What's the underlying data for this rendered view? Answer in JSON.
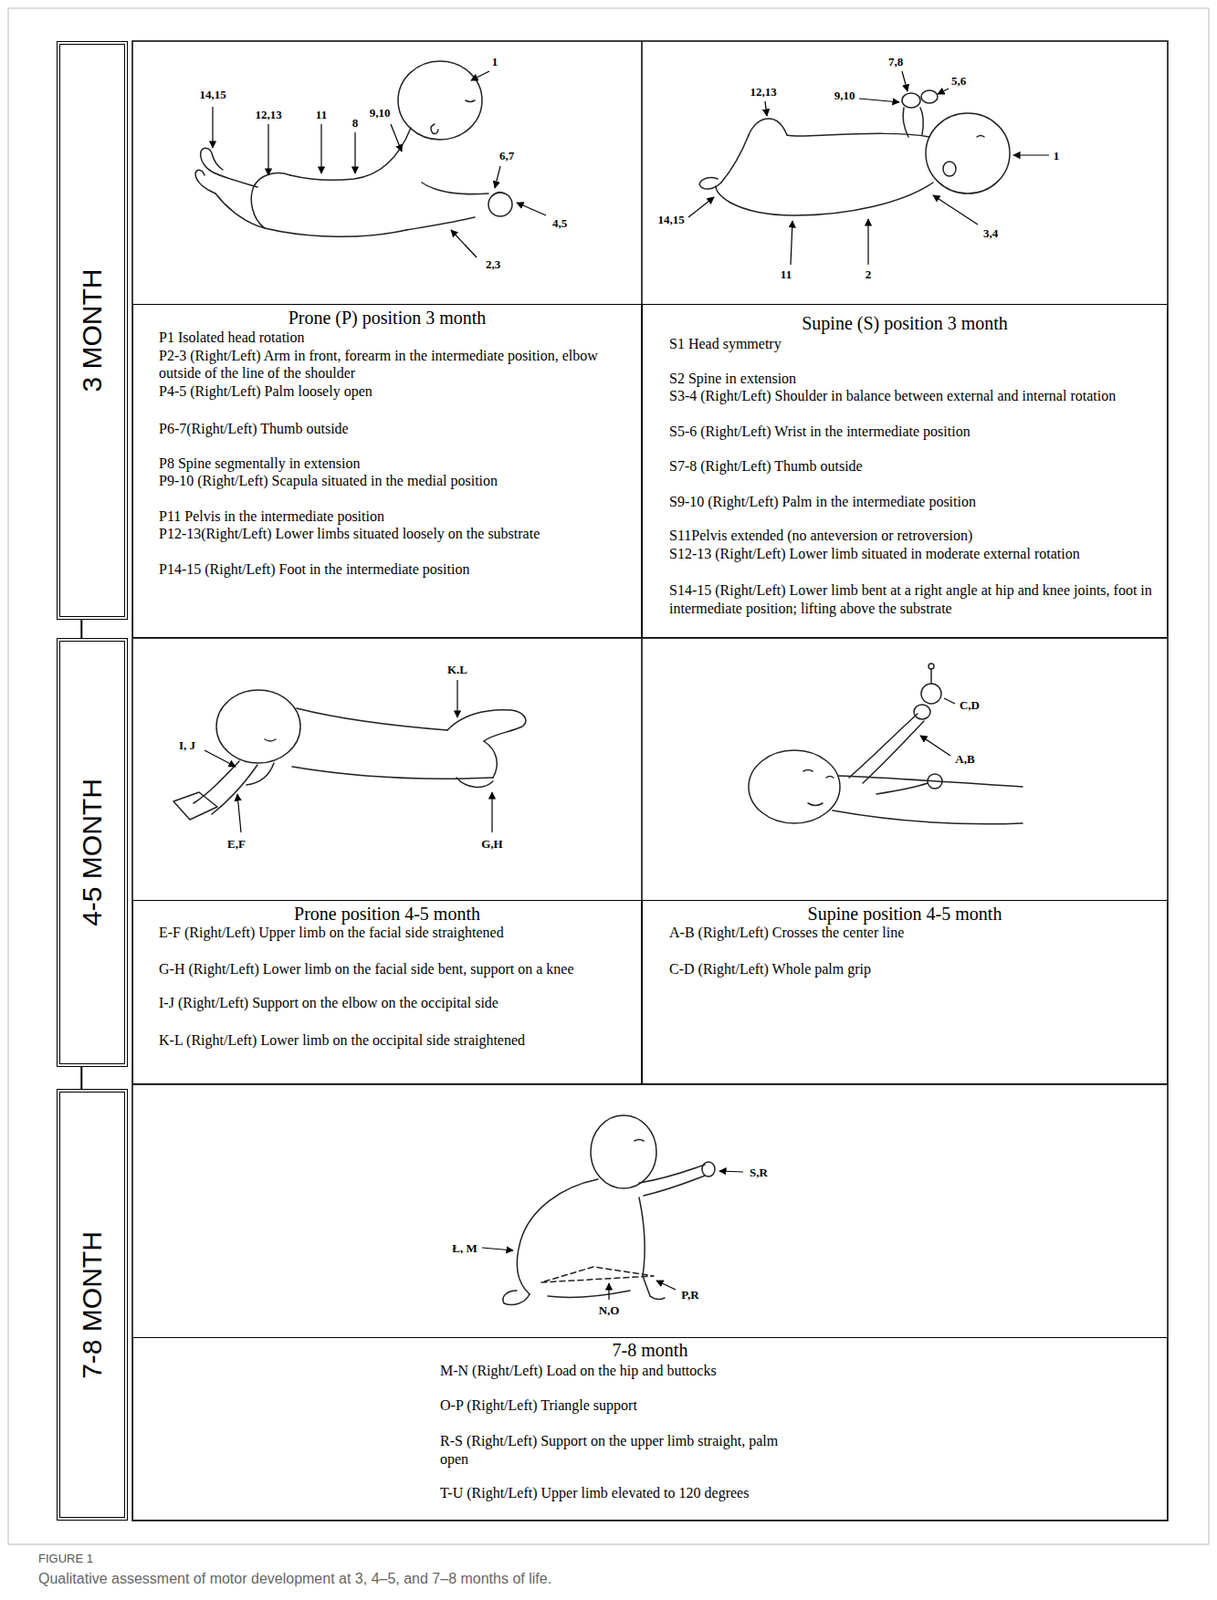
{
  "diagram": {
    "caption": "Qualitative assessment of motor development at 3, 4–5, and 7–8 months of life.",
    "nodes": [
      {
        "text": [
          "3 MONTH"
        ]
      },
      {
        "text": [
          "Prone (P) position 3 month",
          "P1 Isolated head rotation",
          "P2-3 (Right/Left) Arm in front, forearm in the intermediate position, elbow outside of the line of the shoulder",
          "P4-5 (Right/Left) Palm loosely open",
          "P6-7(Right/Left) Thumb outside",
          "P8 Spine segmentally in extension",
          "P9-10 (Right/Left) Scapula situated in the medial position",
          "P11 Pelvis in the intermediate position",
          "P12-13(Right/Left) Lower limbs situated loosely on the substrate",
          "P14-15 (Right/Left) Foot in the intermediate position"
        ]
      },
      {
        "text": [
          "Supine (S) position 3 month",
          "S1 Head symmetry",
          "S2 Spine in extension",
          "S3-4 (Right/Left) Shoulder in balance between external and internal rotation",
          "S5-6 (Right/Left) Wrist in the intermediate position",
          "S7-8 (Right/Left) Thumb outside",
          "S9-10 (Right/Left) Palm in the intermediate position",
          "S11Pelvis extended (no anteversion or retroversion)",
          "S12-13 (Right/Left) Lower limb situated in moderate external rotation",
          "S14-15 (Right/Left) Lower limb bent at a right angle at hip and knee joints, foot in intermediate position; lifting above the substrate"
        ]
      },
      {
        "text": [
          "4-5 MONTH"
        ]
      },
      {
        "text": [
          "Prone position 4-5 month",
          "E-F (Right/Left) Upper limb on the facial side straightened",
          "G-H (Right/Left) Lower limb on the facial side bent, support on a knee",
          "I-J (Right/Left) Support on the elbow on the occipital side",
          "K-L (Right/Left) Lower limb on the occipital side straightened"
        ]
      },
      {
        "text": [
          "Supine position 4-5 month",
          "A-B (Right/Left) Crosses the center line",
          "C-D (Right/Left) Whole palm grip"
        ]
      },
      {
        "text": [
          "7-8 MONTH"
        ]
      },
      {
        "text": [
          "7-8 month",
          "M-N (Right/Left) Load on the hip and buttocks",
          "O-P (Right/Left) Triangle support",
          "R-S (Right/Left) Support on the upper limb straight, palm open",
          "T-U (Right/Left) Upper limb elevated to 120 degrees"
        ]
      }
    ],
    "edges": [
      {
        "from": 0,
        "to": 3,
        "arrow": "none"
      },
      {
        "from": 3,
        "to": 6,
        "arrow": "none"
      }
    ],
    "labels": [
      "1",
      "14,15",
      "12,13",
      "11",
      "8",
      "9,10",
      "6,7",
      "4,5",
      "2,3",
      "7,8",
      "5,6",
      "12,13",
      "9,10",
      "1",
      "3,4",
      "14,15",
      "11",
      "2",
      "K.L",
      "I, J",
      "E,F",
      "G,H",
      "C,D",
      "A,B",
      "S,R",
      "Ł, M",
      "N,O",
      "P,R",
      "FIGURE 1"
    ]
  }
}
